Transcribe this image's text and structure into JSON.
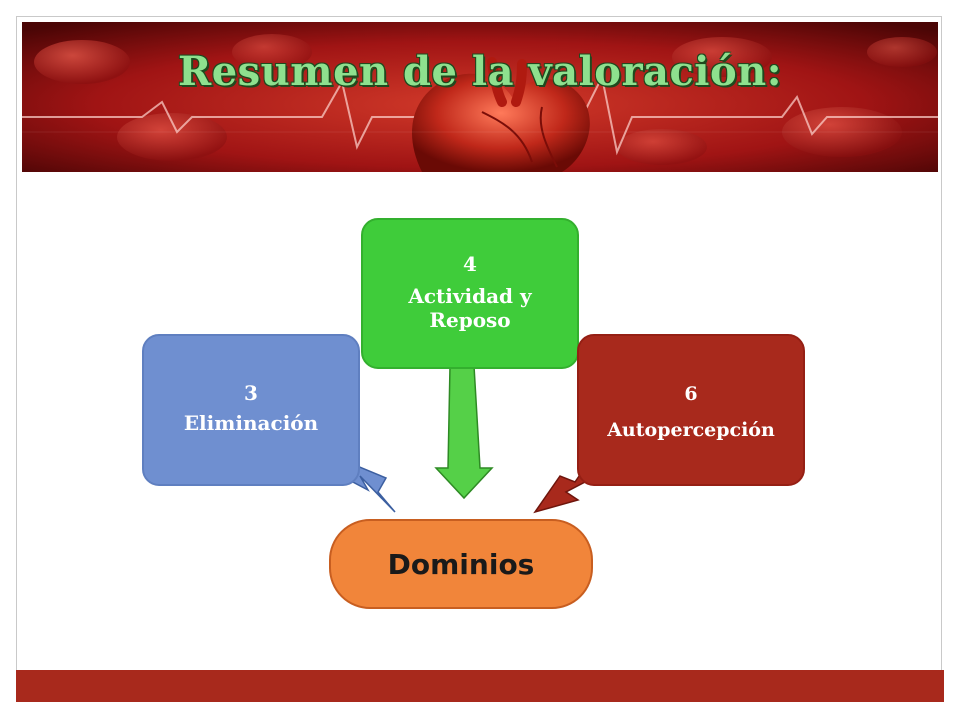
{
  "slide": {
    "title": "Resumen de la valoración:"
  },
  "diagram": {
    "center": {
      "label": "Dominios"
    },
    "nodes": [
      {
        "number": "3",
        "label": "Eliminación",
        "color": "#6f8fd0"
      },
      {
        "number": "4",
        "label": "Actividad y Reposo",
        "color": "#3fcc3a"
      },
      {
        "number": "6",
        "label": "Autopercepción",
        "color": "#a8291c"
      }
    ],
    "center_color": "#f1853a"
  }
}
